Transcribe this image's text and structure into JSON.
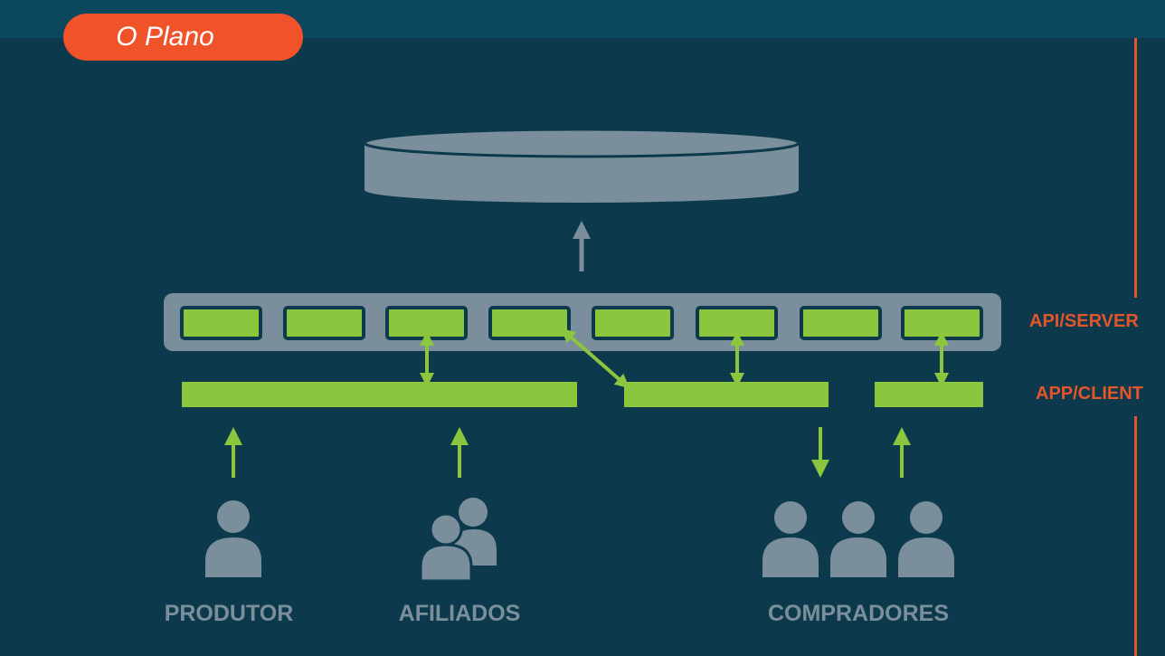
{
  "title": "O Plano",
  "layers": {
    "api_server": "API/SERVER",
    "app_client": "APP/CLIENT"
  },
  "actors": {
    "produtor": "PRODUTOR",
    "afiliados": "AFILIADOS",
    "compradores": "COMPRADORES"
  },
  "colors": {
    "background": "#0c3a4c",
    "accent": "#f0522a",
    "green": "#8cc63f",
    "gray": "#7a8e9b"
  },
  "icons": {
    "database": "database-icon",
    "person": "person-icon",
    "group": "group-icon"
  }
}
